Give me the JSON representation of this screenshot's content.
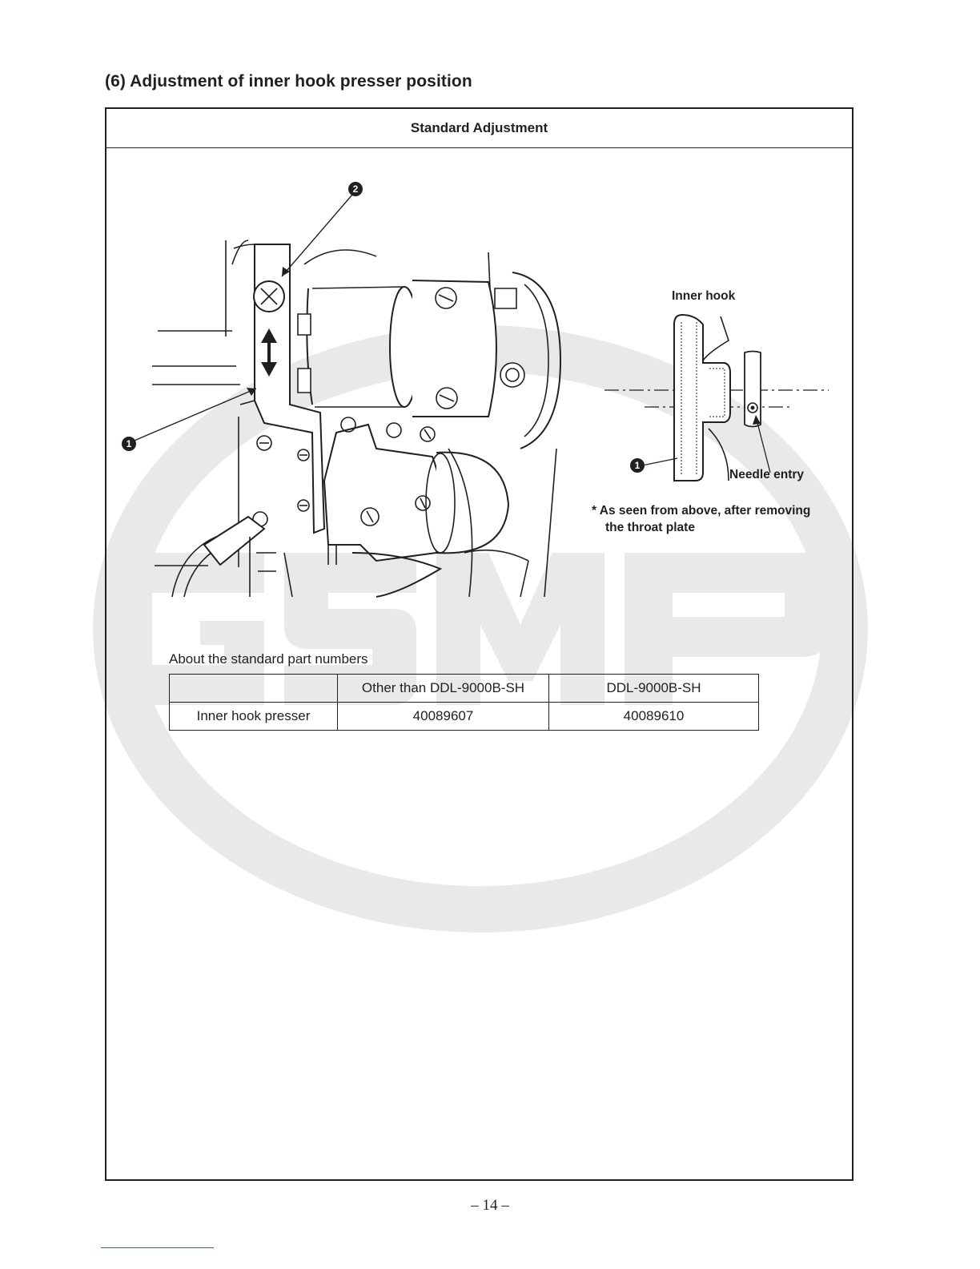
{
  "document": {
    "section_title": "(6) Adjustment of inner hook presser position",
    "box_header": "Standard Adjustment"
  },
  "figure": {
    "callout_1": "1",
    "callout_2": "2",
    "inset_label_inner_hook": "Inner hook",
    "inset_label_needle_entry": "Needle entry",
    "inset_callout_1": "1",
    "note_line1": "*  As seen from above, after removing",
    "note_line2": "the throat plate"
  },
  "parts_table": {
    "caption": "About the standard part numbers",
    "headers": [
      "",
      "Other than DDL-9000B-SH",
      "DDL-9000B-SH"
    ],
    "rows": [
      {
        "label": "Inner hook presser",
        "values": [
          "40089607",
          "40089610"
        ]
      }
    ]
  },
  "footer": {
    "page_number": "– 14 –"
  },
  "watermark": {
    "text": "GSMP",
    "color": "#e6e6e6"
  }
}
